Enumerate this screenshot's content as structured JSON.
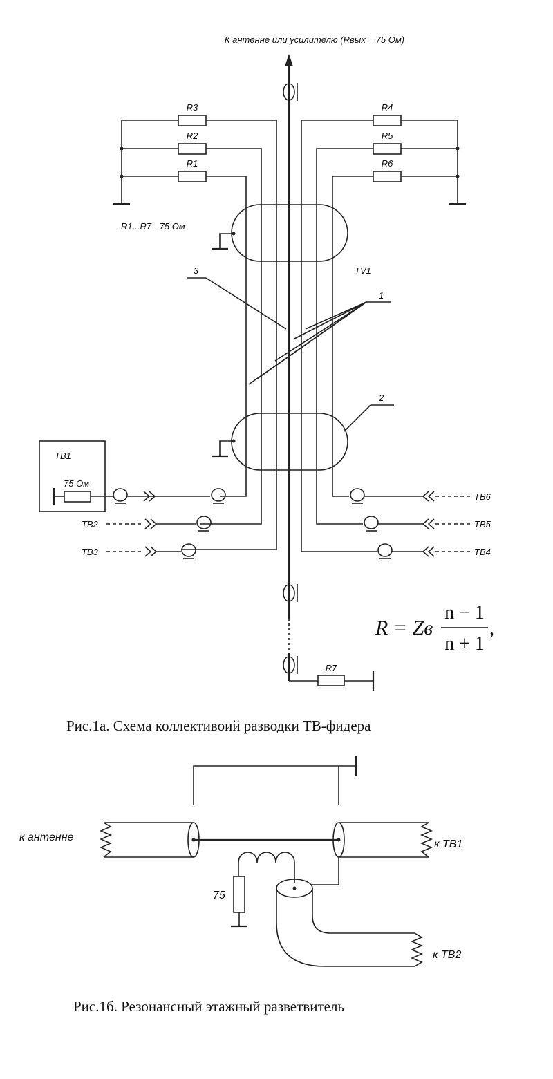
{
  "fig1a": {
    "top_label": "К антенне или усилителю (Rвых = 75 Ом)",
    "resistors": {
      "r1": "R1",
      "r2": "R2",
      "r3": "R3",
      "r4": "R4",
      "r5": "R5",
      "r6": "R6",
      "r7": "R7"
    },
    "resistor_note": "R1...R7 - 75 Ом",
    "transformer_label": "TV1",
    "callouts": {
      "c1": "1",
      "c2": "2",
      "c3": "3"
    },
    "tv1_box_label": "ТВ1",
    "tv1_resistor": "75 Ом",
    "tv_labels": {
      "tv2": "ТВ2",
      "tv3": "ТВ3",
      "tv4": "ТВ4",
      "tv5": "ТВ5",
      "tv6": "ТВ6"
    },
    "formula": {
      "lhs": "R = Zв",
      "num": "n − 1",
      "den": "n + 1",
      "tail": ","
    },
    "caption": "Рис.1а. Схема коллективоий разводки ТВ-фидера"
  },
  "fig1b": {
    "to_antenna": "к антенне",
    "to_tv1": "к ТВ1",
    "to_tv2": "к ТВ2",
    "resistor_value": "75",
    "caption": "Рис.1б. Резонансный этажный разветвитель"
  }
}
